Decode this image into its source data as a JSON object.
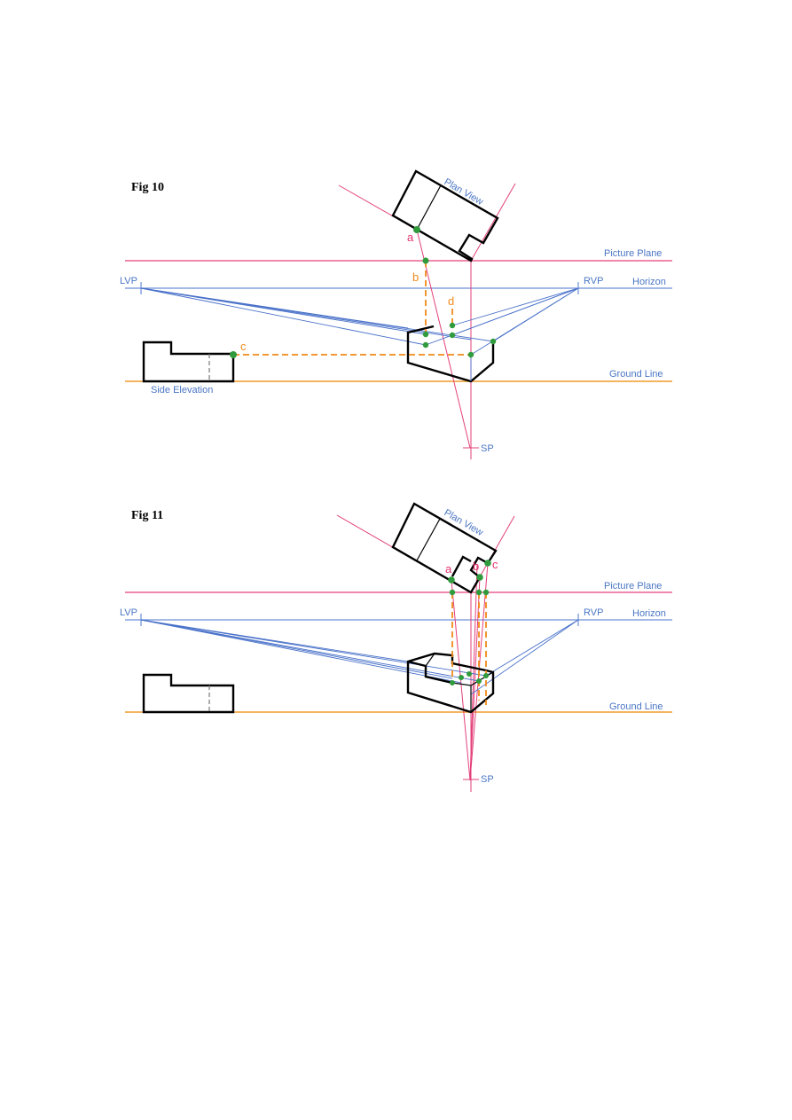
{
  "figures": [
    {
      "title": "Fig 10",
      "labels": {
        "plan_view": "Plan View",
        "picture_plane": "Picture Plane",
        "horizon": "Horizon",
        "lvp": "LVP",
        "rvp": "RVP",
        "ground_line": "Ground Line",
        "side_elevation": "Side Elevation",
        "sp": "SP",
        "point_a": "a",
        "point_b": "b",
        "point_c": "c",
        "point_d": "d"
      }
    },
    {
      "title": "Fig 11",
      "labels": {
        "plan_view": "Plan View",
        "picture_plane": "Picture Plane",
        "horizon": "Horizon",
        "lvp": "LVP",
        "rvp": "RVP",
        "ground_line": "Ground Line",
        "sp": "SP",
        "point_a": "a",
        "point_b": "b",
        "point_c": "c"
      }
    }
  ],
  "colors": {
    "picture_plane": "#e3407a",
    "horizon": "#6c8fd6",
    "ground_line": "#f19a2a",
    "construction_points": "#2f9b3c",
    "object_outline": "#000000"
  }
}
